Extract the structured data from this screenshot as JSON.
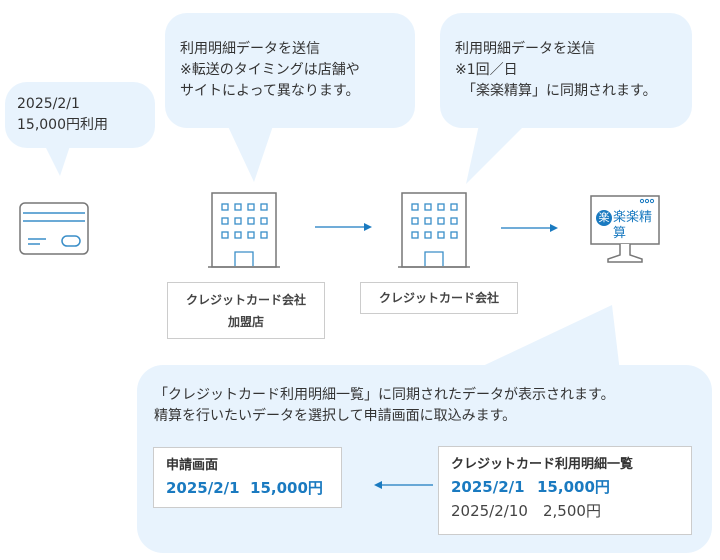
{
  "bubbles": {
    "usage": {
      "line1": "2025/2/1",
      "line2": "15,000円利用"
    },
    "merchant_send": {
      "line1": "利用明細データを送信",
      "line2": "※転送のタイミングは店舗や",
      "line3": "サイトによって異なります。"
    },
    "card_send": {
      "line1": "利用明細データを送信",
      "line2": "※1回／日",
      "line3": "「楽楽精算」に同期されます。"
    }
  },
  "nodes": {
    "merchant": {
      "line1": "クレジットカード会社",
      "line2": "加盟店"
    },
    "card_company": {
      "label": "クレジットカード会社"
    },
    "app": {
      "logo_text": "楽楽精算",
      "logo_mark": "楽"
    }
  },
  "bottom": {
    "line1": "「クレジットカード利用明細一覧」に同期されたデータが表示されます。",
    "line2": "精算を行いたいデータを選択して申請画面に取込みます。",
    "application": {
      "title": "申請画面",
      "entry": "2025/2/1  15,000円"
    },
    "statement": {
      "title": "クレジットカード利用明細一覧",
      "rows": [
        {
          "date": "2025/2/1",
          "amount": "15,000円",
          "selected": true
        },
        {
          "date": "2025/2/10",
          "amount": "2,500円",
          "selected": false
        }
      ]
    }
  },
  "colors": {
    "bubble": "#e8f3fd",
    "accent": "#1a7ac0",
    "icon_gray": "#777777"
  }
}
